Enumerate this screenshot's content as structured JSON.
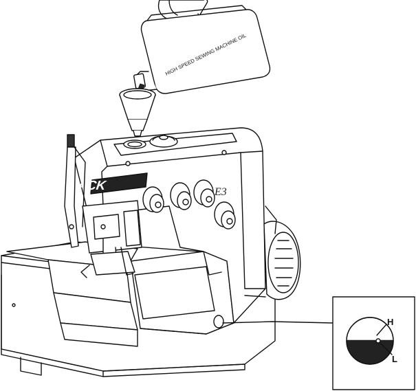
{
  "bottle": {
    "label": "HIGH SPEED SEWING MACHINE OIL"
  },
  "machine": {
    "brand": "JACK",
    "model": "E3"
  },
  "oil_gauge": {
    "high_label": "H",
    "low_label": "L"
  },
  "colors": {
    "line": "#111111",
    "oil": "#222222",
    "fill": "#ffffff"
  }
}
